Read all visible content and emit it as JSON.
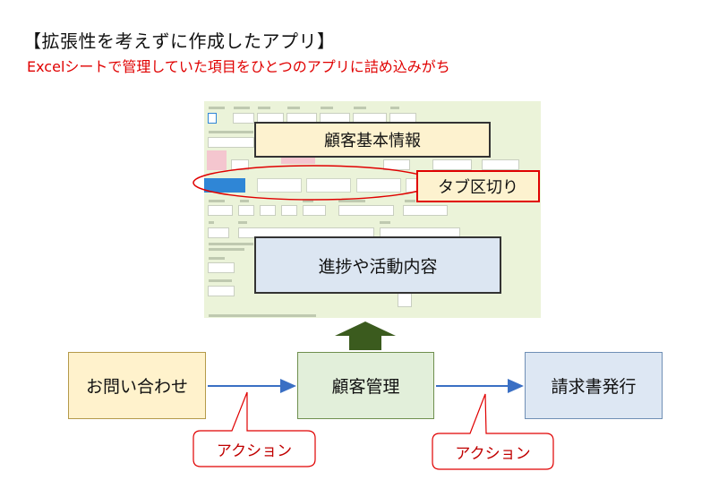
{
  "title": "【拡張性を考えずに作成したアプリ】",
  "subtitle": "Excelシートで管理していた項目をひとつのアプリに詰め込みがち",
  "screenshot_callouts": {
    "basic_info": "顧客基本情報",
    "tab_divider": "タブ区切り",
    "progress_activity": "進捗や活動内容"
  },
  "flow": {
    "inquiry": "お問い合わせ",
    "customer_mgmt": "顧客管理",
    "invoice": "請求書発行",
    "action_label_1": "アクション",
    "action_label_2": "アクション"
  },
  "colors": {
    "subtitle": "#e00000",
    "arrow": "#3a6fc4",
    "up_arrow": "#3b5b1e",
    "callout_border": "#e00000",
    "screenshot_bg": "#ebf3d9"
  }
}
